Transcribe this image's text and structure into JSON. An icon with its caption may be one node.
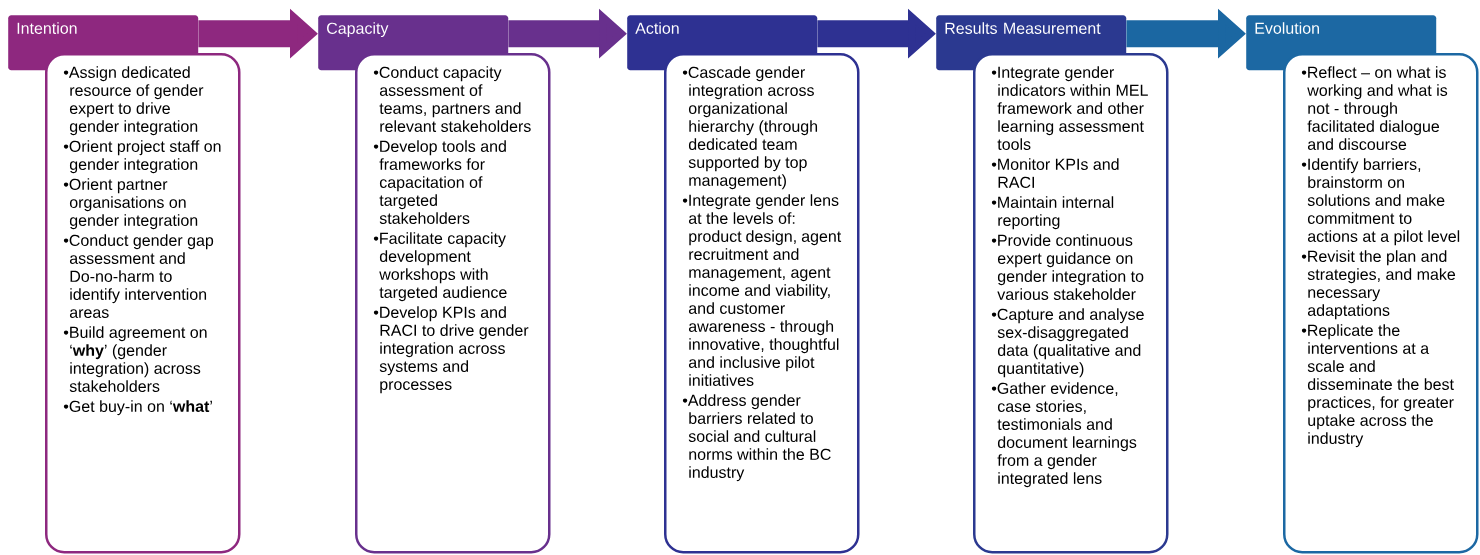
{
  "diagram": {
    "nodes": [
      {
        "text": [
          "Intention"
        ]
      },
      {
        "text": [
          "•Assign dedicated resource of gender expert to drive gender integration",
          "•Orient project staff on gender integration",
          "•Orient partner organisations on gender integration",
          "•Conduct gender gap assessment and Do-no-harm to identify intervention areas",
          "•Build agreement on ‘**why**’ (gender integration) across stakeholders",
          "•Get buy-in on ‘**what**’"
        ]
      },
      {
        "text": [
          "Capacity"
        ]
      },
      {
        "text": [
          "•Conduct capacity assessment of teams, partners and relevant stakeholders",
          "•Develop tools and frameworks for capacitation of targeted stakeholders",
          "•Facilitate capacity development workshops with targeted audience",
          "•Develop KPIs and RACI to drive gender integration across systems and processes"
        ]
      },
      {
        "text": [
          "Action"
        ]
      },
      {
        "text": [
          "•Cascade gender integration across organizational hierarchy (through dedicated team supported by top management)",
          "•Integrate gender lens at the levels of: product design, agent recruitment and management, agent income and viability, and customer awareness - through innovative, thoughtful and inclusive pilot initiatives",
          "•Address gender barriers related to social and cultural norms within the BC industry"
        ]
      },
      {
        "text": [
          "Results Measurement"
        ]
      },
      {
        "text": [
          "•Integrate gender indicators within MEL framework and other learning assessment tools",
          "•Monitor KPIs and RACI",
          "•Maintain internal reporting",
          "•Provide continuous expert guidance on gender integration to various stakeholder",
          "•Capture and analyse sex-disaggregated data (qualitative and quantitative)",
          "•Gather evidence, case stories, testimonials and document learnings from a gender integrated lens"
        ]
      },
      {
        "text": [
          "Evolution"
        ]
      },
      {
        "text": [
          "•Reflect – on what is working and what is not - through facilitated dialogue and discourse",
          "•Identify barriers, brainstorm on solutions and make commitment to actions at a pilot level",
          "•Revisit the plan and strategies, and make necessary adaptations",
          "•Replicate the interventions at a scale and disseminate the best practices, for greater uptake across the industry"
        ]
      }
    ],
    "edges": [
      {
        "from": 0,
        "to": 2,
        "arrow": "to",
        "color": "#8e287f"
      },
      {
        "from": 2,
        "to": 4,
        "arrow": "to",
        "color": "#68308d"
      },
      {
        "from": 4,
        "to": 6,
        "arrow": "to",
        "color": "#2e3192"
      },
      {
        "from": 6,
        "to": 8,
        "arrow": "to",
        "color": "#1b67a2"
      }
    ]
  }
}
